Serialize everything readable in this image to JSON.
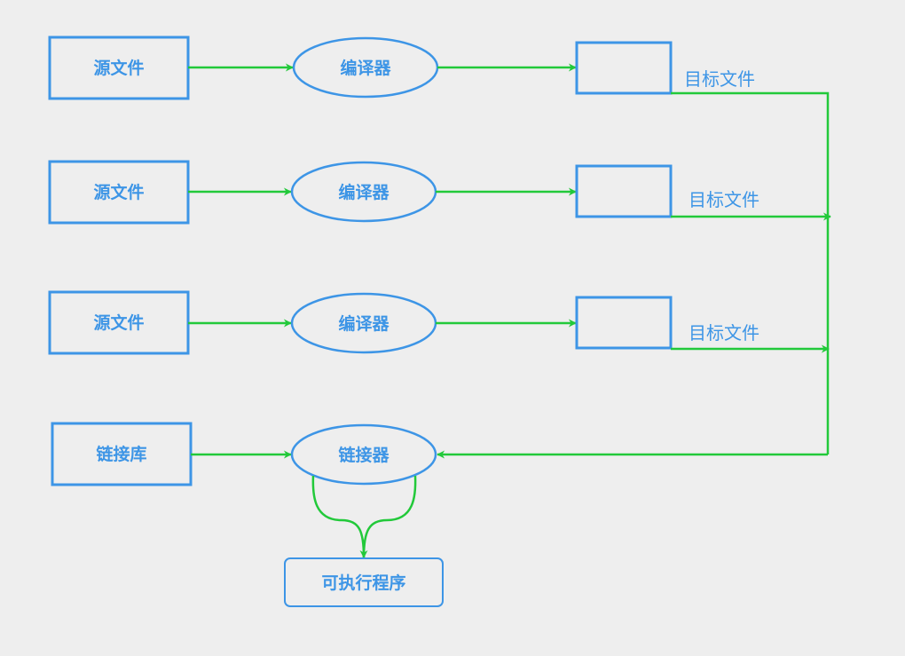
{
  "colors": {
    "node": "#3d95e6",
    "edge": "#22c93a",
    "background": "#eeeeee"
  },
  "rows": [
    {
      "source": "源文件",
      "compiler": "编译器",
      "object": "目标文件"
    },
    {
      "source": "源文件",
      "compiler": "编译器",
      "object": "目标文件"
    },
    {
      "source": "源文件",
      "compiler": "编译器",
      "object": "目标文件"
    }
  ],
  "library": "链接库",
  "linker": "链接器",
  "executable": "可执行程序"
}
